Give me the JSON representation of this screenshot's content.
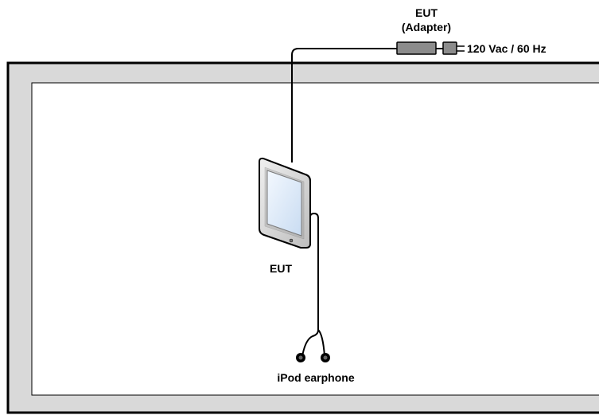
{
  "labels": {
    "adapter_title": "EUT",
    "adapter_subtitle": "(Adapter)",
    "power_supply": "120 Vac / 60 Hz",
    "device": "EUT",
    "earphone": "iPod earphone"
  },
  "colors": {
    "table_outer": "#d9d9d9",
    "table_inner": "#ffffff",
    "outline": "#000000",
    "adapter_body": "#8c8c8c",
    "tablet_bezel": "#cccccc",
    "tablet_screen": "#dbe9f7"
  }
}
